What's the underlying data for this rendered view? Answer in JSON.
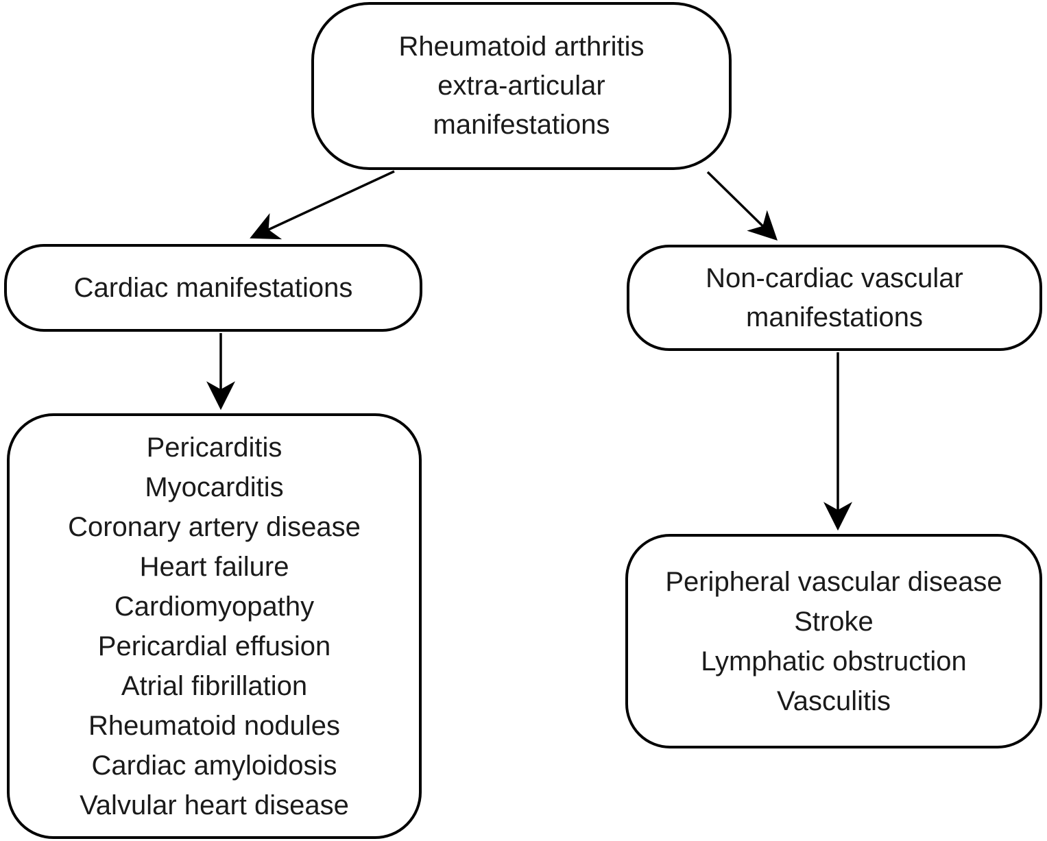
{
  "figure": {
    "background_color": "#ffffff",
    "line_color": "#000000",
    "text_color": "#1a1a1a"
  },
  "nodes": {
    "root": {
      "label": "Rheumatoid arthritis extra-articular manifestations"
    },
    "cardiac": {
      "label": "Cardiac manifestations"
    },
    "noncardiac": {
      "label": "Non-cardiac vascular manifestations"
    },
    "cardiac_list": {
      "items": [
        "Pericarditis",
        "Myocarditis",
        "Coronary artery disease",
        "Heart failure",
        "Cardiomyopathy",
        "Pericardial effusion",
        "Atrial fibrillation",
        "Rheumatoid nodules",
        "Cardiac amyloidosis",
        "Valvular heart disease"
      ]
    },
    "noncardiac_list": {
      "items": [
        "Peripheral vascular disease",
        "Stroke",
        "Lymphatic obstruction",
        "Vasculitis"
      ]
    }
  },
  "edges": [
    {
      "from": "root",
      "to": "cardiac"
    },
    {
      "from": "root",
      "to": "noncardiac"
    },
    {
      "from": "cardiac",
      "to": "cardiac_list"
    },
    {
      "from": "noncardiac",
      "to": "noncardiac_list"
    }
  ]
}
